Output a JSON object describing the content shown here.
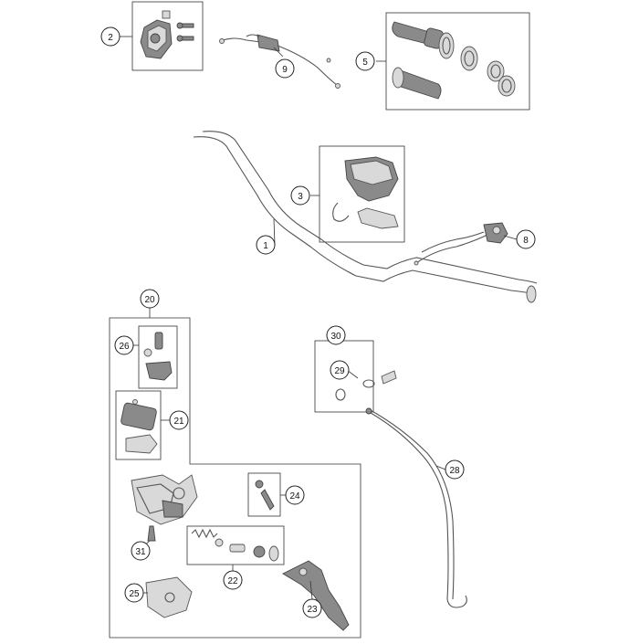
{
  "diagram": {
    "callouts": [
      {
        "id": "c1",
        "label": "1"
      },
      {
        "id": "c2",
        "label": "2"
      },
      {
        "id": "c3",
        "label": "3"
      },
      {
        "id": "c5",
        "label": "5"
      },
      {
        "id": "c8",
        "label": "8"
      },
      {
        "id": "c9",
        "label": "9"
      },
      {
        "id": "c20",
        "label": "20"
      },
      {
        "id": "c21",
        "label": "21"
      },
      {
        "id": "c22",
        "label": "22"
      },
      {
        "id": "c23",
        "label": "23"
      },
      {
        "id": "c24",
        "label": "24"
      },
      {
        "id": "c25",
        "label": "25"
      },
      {
        "id": "c26",
        "label": "26"
      },
      {
        "id": "c28",
        "label": "28"
      },
      {
        "id": "c29",
        "label": "29"
      },
      {
        "id": "c30",
        "label": "30"
      },
      {
        "id": "c31",
        "label": "31"
      }
    ]
  }
}
